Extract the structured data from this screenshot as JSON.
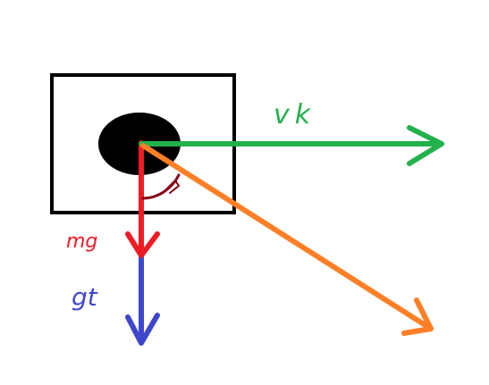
{
  "diagram": {
    "labels": {
      "green_vector": "vk",
      "red_vector": "mg",
      "blue_vector": "gt"
    },
    "colors": {
      "background": "#ffffff",
      "box_outline": "#000000",
      "ball": "#000000",
      "green_vector": "#22b14c",
      "red_vector": "#ed1c24",
      "blue_vector": "#3f48cc",
      "orange_vector": "#ff7f27",
      "angle_arc": "#880015"
    },
    "elements": [
      {
        "name": "box-frame",
        "shape": "rectangle"
      },
      {
        "name": "ball",
        "shape": "ellipse"
      },
      {
        "name": "green-arrow",
        "shape": "arrow",
        "direction": "right"
      },
      {
        "name": "red-arrow",
        "shape": "arrow",
        "direction": "down"
      },
      {
        "name": "blue-arrow",
        "shape": "arrow",
        "direction": "down"
      },
      {
        "name": "orange-arrow",
        "shape": "arrow",
        "direction": "down-right"
      },
      {
        "name": "angle-arc",
        "shape": "arc"
      }
    ]
  }
}
